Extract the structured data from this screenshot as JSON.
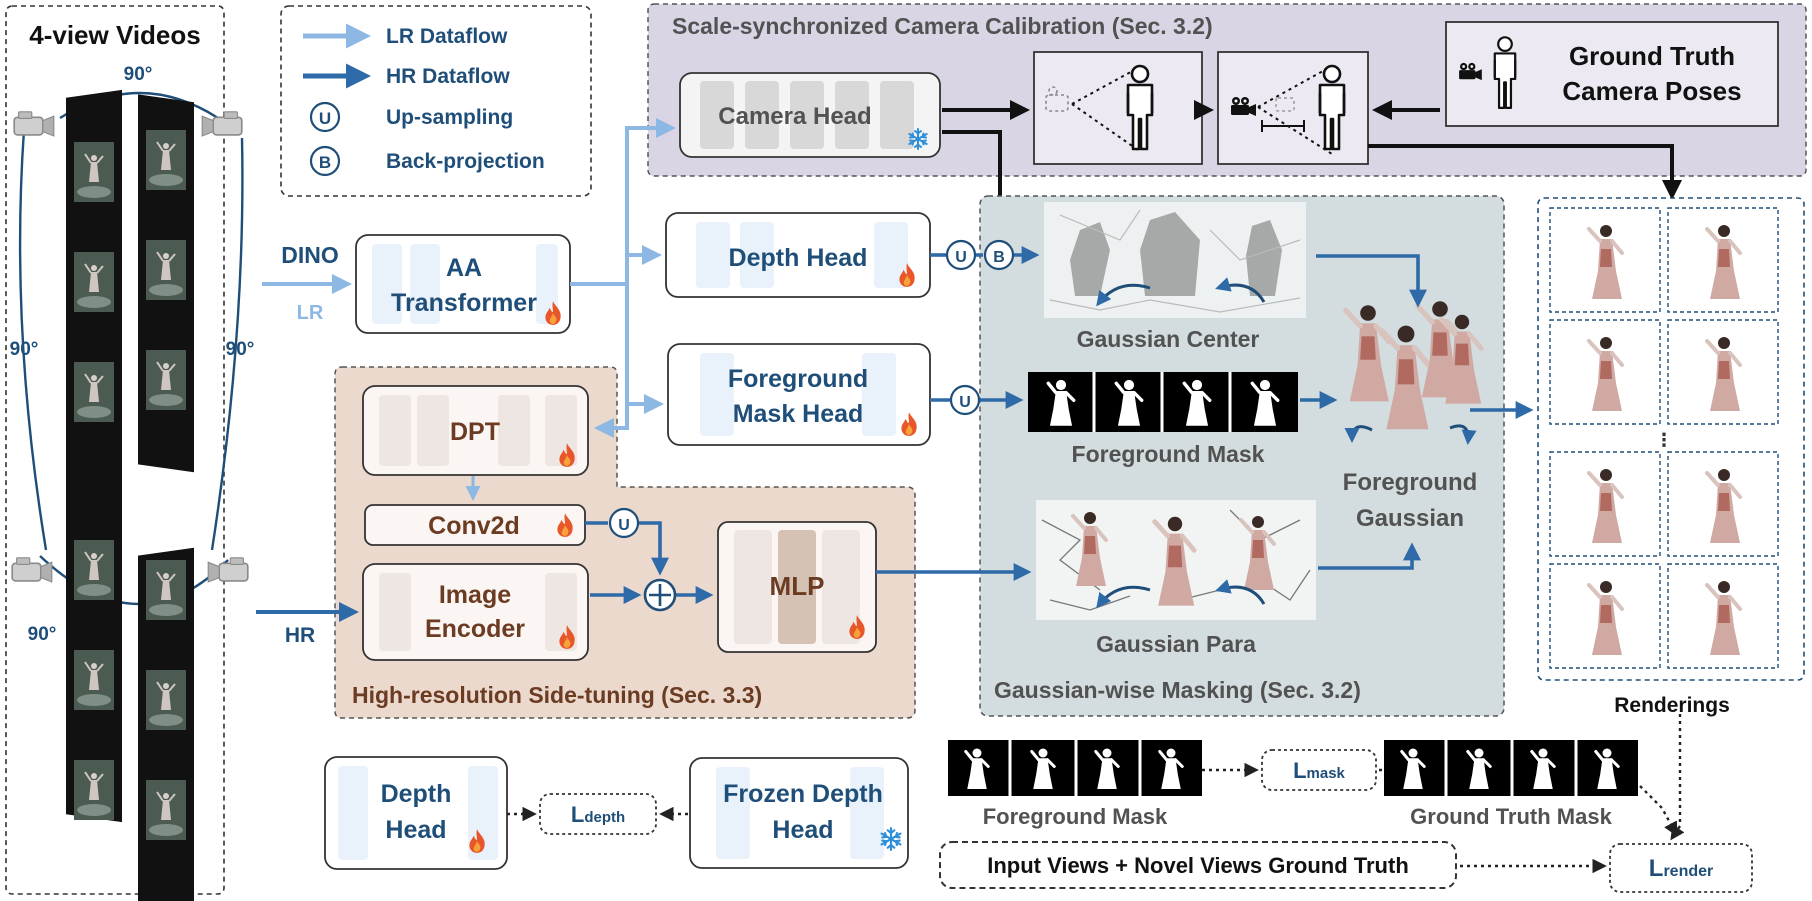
{
  "input_panel": {
    "title": "4-view Videos",
    "angles": [
      "90°",
      "90°",
      "90°",
      "90°"
    ]
  },
  "legend": {
    "lr_dataflow": "LR Dataflow",
    "hr_dataflow": "HR Dataflow",
    "upsampling_symbol": "U",
    "upsampling": "Up-sampling",
    "backprojection_symbol": "B",
    "backprojection": "Back-projection"
  },
  "flow_labels": {
    "dino": "DINO",
    "lr": "LR",
    "hr": "HR"
  },
  "aa_transformer": [
    "AA",
    "Transformer"
  ],
  "calibration": {
    "title": "Scale-synchronized Camera Calibration (Sec. 3.2)",
    "camera_head": "Camera Head",
    "ground_truth": [
      "Ground Truth",
      "Camera Poses"
    ]
  },
  "heads": {
    "depth_head": "Depth Head",
    "foreground_mask_head": [
      "Foreground",
      "Mask Head"
    ]
  },
  "side_tuning": {
    "title": "High-resolution Side-tuning (Sec. 3.3)",
    "dpt": "DPT",
    "conv2d": "Conv2d",
    "image_encoder": [
      "Image",
      "Encoder"
    ],
    "mlp": "MLP"
  },
  "masking": {
    "title": "Gaussian-wise Masking (Sec. 3.2)",
    "gaussian_center": "Gaussian Center",
    "foreground_mask": "Foreground Mask",
    "gaussian_para": "Gaussian Para",
    "foreground_gaussian": [
      "Foreground",
      "Gaussian"
    ]
  },
  "renderings_label": "Renderings",
  "losses": {
    "depth_head": [
      "Depth",
      "Head"
    ],
    "frozen_depth_head": [
      "Frozen Depth",
      "Head"
    ],
    "l_depth": {
      "main": "L",
      "sub": "depth"
    },
    "l_mask": {
      "main": "L",
      "sub": "mask"
    },
    "l_render": {
      "main": "L",
      "sub": "render"
    },
    "foreground_mask": "Foreground Mask",
    "ground_truth_mask": "Ground Truth Mask",
    "input_views": "Input Views + Novel Views Ground Truth"
  },
  "colors": {
    "lr_arrow": "#8db8e3",
    "hr_arrow": "#2e6aa8",
    "dark_text": "#1f4e79",
    "calibration_bg": "#d9d5e4",
    "masking_bg": "#d3dcdf",
    "side_tuning_bg": "#ead9cc"
  },
  "icons": {
    "fire": "fire-icon",
    "snowflake": "snowflake-icon",
    "camera": "camera-icon",
    "person": "person-icon"
  }
}
